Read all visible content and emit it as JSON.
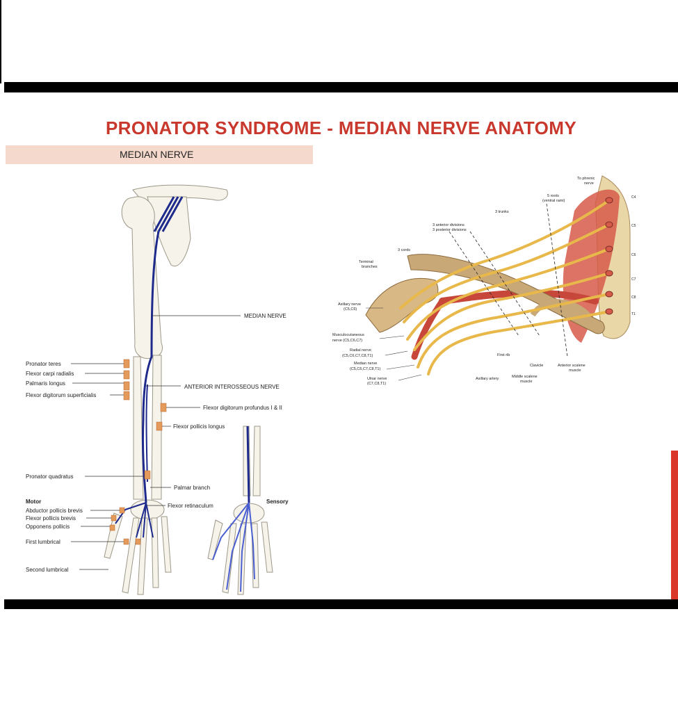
{
  "title": "PRONATOR SYNDROME - MEDIAN NERVE ANATOMY",
  "section_header": "MEDIAN NERVE",
  "arm": {
    "median_nerve_label": "MEDIAN NERVE",
    "anterior_interosseous_label": "ANTERIOR INTEROSSEOUS NERVE",
    "left_labels": [
      "Pronator teres",
      "Flexor carpi radialis",
      "Palmaris longus",
      "Flexor digitorum superficialis",
      "Pronator quadratus"
    ],
    "right_labels": [
      "Flexor digitorum profundus I & II",
      "Flexor pollicis longus",
      "Palmar branch",
      "Flexor retinaculum"
    ],
    "motor_heading": "Motor",
    "motor_labels": [
      "Abductor pollicis brevis",
      "Flexor pollicis brevis",
      "Opponens pollicis",
      "First lumbrical",
      "Second lumbrical"
    ],
    "sensory_heading": "Sensory"
  },
  "plexus": {
    "labels": {
      "to_phrenic": [
        "To phrenic",
        "nerve"
      ],
      "five_roots": [
        "5 roots",
        "(ventral rami)"
      ],
      "three_trunks": "3 trunks",
      "divisions": [
        "3 anterior divisions",
        "3 posterior divisions"
      ],
      "three_cords": "3 cords",
      "terminal": [
        "Terminal",
        "branches"
      ],
      "axillary": [
        "Axillary nerve",
        "(C5,C6)"
      ],
      "musculocutaneous": [
        "Musculocutaneous",
        "nerve (C5,C6,C7)"
      ],
      "radial": [
        "Radial nerve",
        "(C5,C6,C7,C8,T1)"
      ],
      "median": [
        "Median nerve",
        "(C5,C6,C7,C8,T1)"
      ],
      "ulnar": [
        "Ulnar nerve",
        "(C7,C8,T1)"
      ],
      "axillary_artery": "Axillary artery",
      "first_rib": "First rib",
      "clavicle": "Clavicle",
      "middle_scalene": [
        "Middle scalene",
        "muscle"
      ],
      "anterior_scalene": [
        "Anterior scalene",
        "muscle"
      ],
      "spinal_levels": [
        "C4",
        "C5",
        "C6",
        "C7",
        "C8",
        "T1"
      ]
    }
  },
  "colors": {
    "title": "#c8382c",
    "band": "#f4d9cc",
    "nerve": "#1e2a8c",
    "accent": "#d9372a"
  }
}
